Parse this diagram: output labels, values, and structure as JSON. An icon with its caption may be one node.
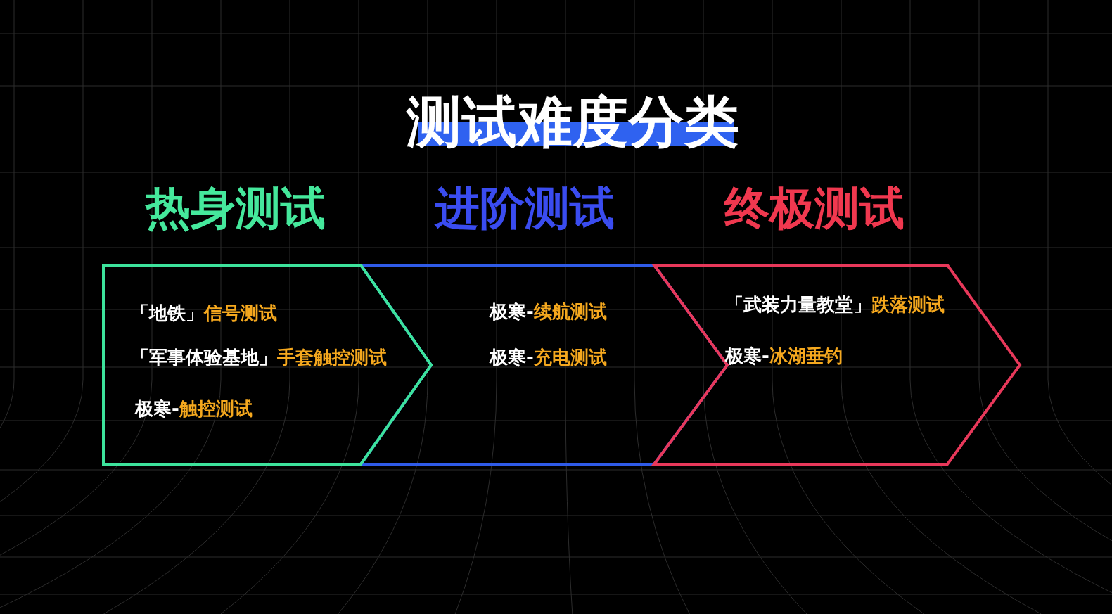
{
  "diagram": {
    "title": "测试难度分类",
    "nodes": [
      {
        "text": [
          "热身测试",
          "「地铁」信号测试",
          "「军事体验基地」手套触控测试",
          "极寒-触控测试"
        ]
      },
      {
        "text": [
          "进阶测试",
          "极寒-续航测试",
          "极寒-充电测试"
        ]
      },
      {
        "text": [
          "终极测试",
          "「武装力量教堂」跌落测试",
          "极寒-冰湖垂钓"
        ]
      }
    ]
  }
}
